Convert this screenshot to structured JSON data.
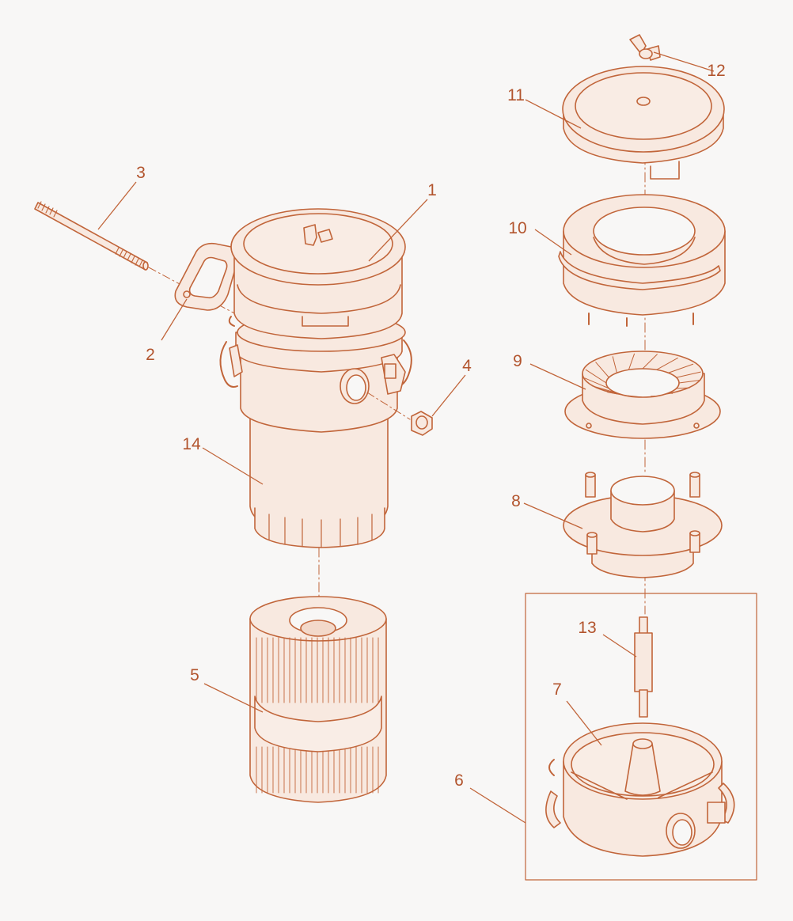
{
  "diagram": {
    "callouts": [
      {
        "id": "c1",
        "label": "1"
      },
      {
        "id": "c2",
        "label": "2"
      },
      {
        "id": "c3",
        "label": "3"
      },
      {
        "id": "c4",
        "label": "4"
      },
      {
        "id": "c5",
        "label": "5"
      },
      {
        "id": "c6",
        "label": "6"
      },
      {
        "id": "c7",
        "label": "7"
      },
      {
        "id": "c8",
        "label": "8"
      },
      {
        "id": "c9",
        "label": "9"
      },
      {
        "id": "c10",
        "label": "10"
      },
      {
        "id": "c11",
        "label": "11"
      },
      {
        "id": "c12",
        "label": "12"
      },
      {
        "id": "c13",
        "label": "13"
      },
      {
        "id": "c14",
        "label": "14"
      }
    ],
    "colors": {
      "line": "#c1653a",
      "fill": "#f8e9e0",
      "background": "#f8f7f6",
      "label": "#b2542d"
    }
  }
}
